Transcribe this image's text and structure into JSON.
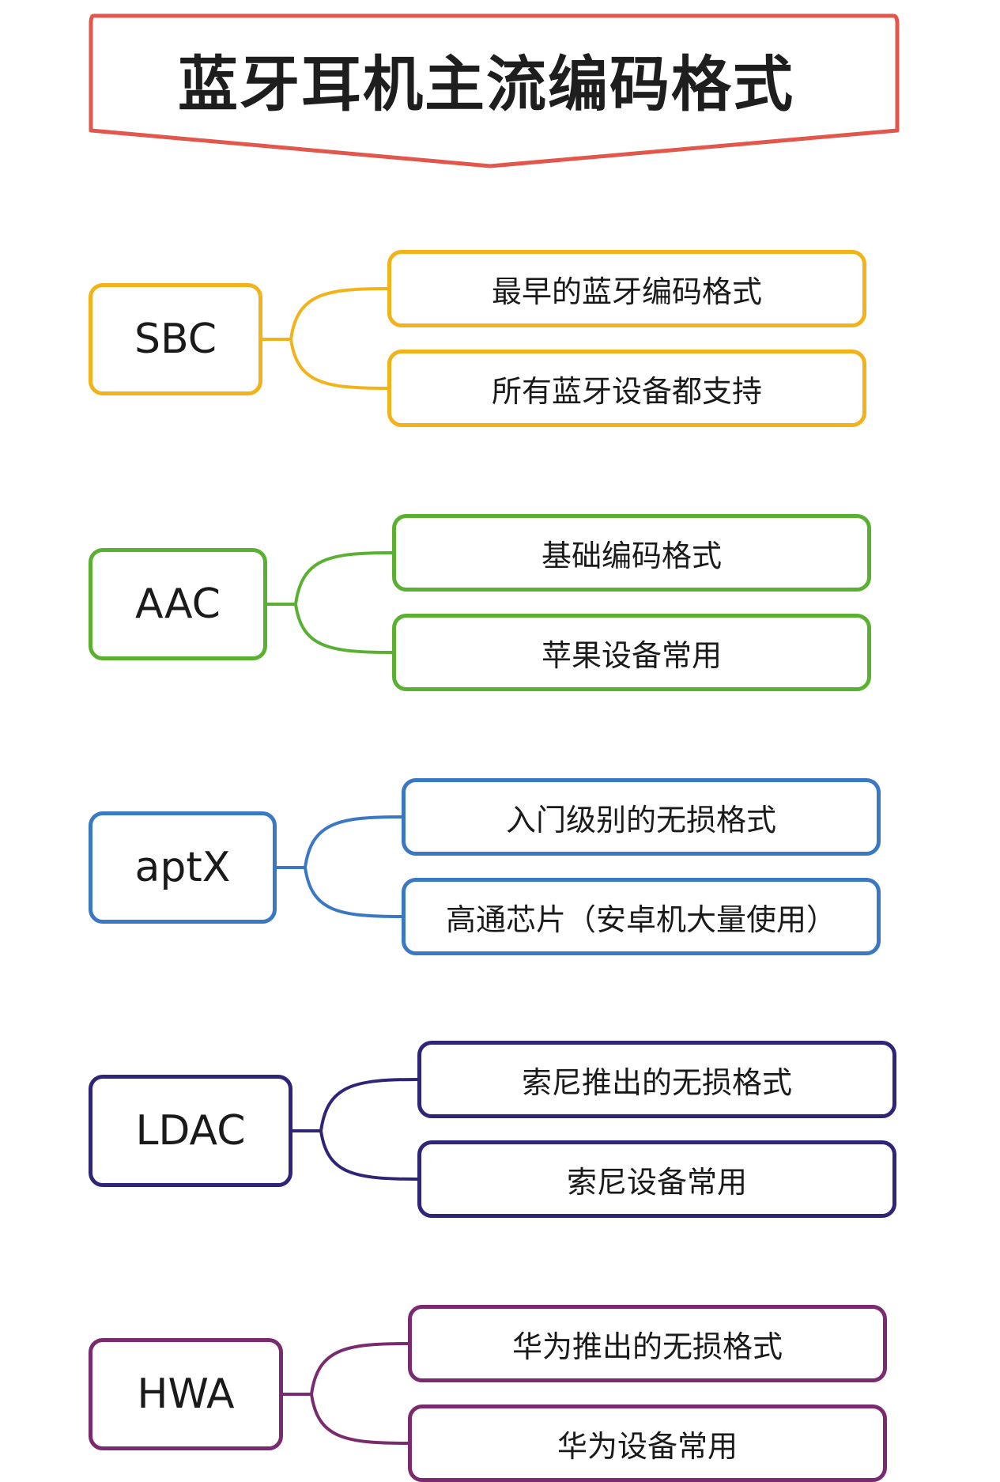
{
  "title": "蓝牙耳机主流编码格式",
  "colors": {
    "title_border": "#e2574c"
  },
  "codecs": [
    {
      "name": "SBC",
      "color": "#f2b31a",
      "items": [
        "最早的蓝牙编码格式",
        "所有蓝牙设备都支持"
      ]
    },
    {
      "name": "AAC",
      "color": "#5ab030",
      "items": [
        "基础编码格式",
        "苹果设备常用"
      ]
    },
    {
      "name": "aptX",
      "color": "#3b78c4",
      "items": [
        "入门级别的无损格式",
        "高通芯片（安卓机大量使用）"
      ]
    },
    {
      "name": "LDAC",
      "color": "#2f2578",
      "items": [
        "索尼推出的无损格式",
        "索尼设备常用"
      ]
    },
    {
      "name": "HWA",
      "color": "#7a2a6e",
      "items": [
        "华为推出的无损格式",
        "华为设备常用"
      ]
    }
  ]
}
